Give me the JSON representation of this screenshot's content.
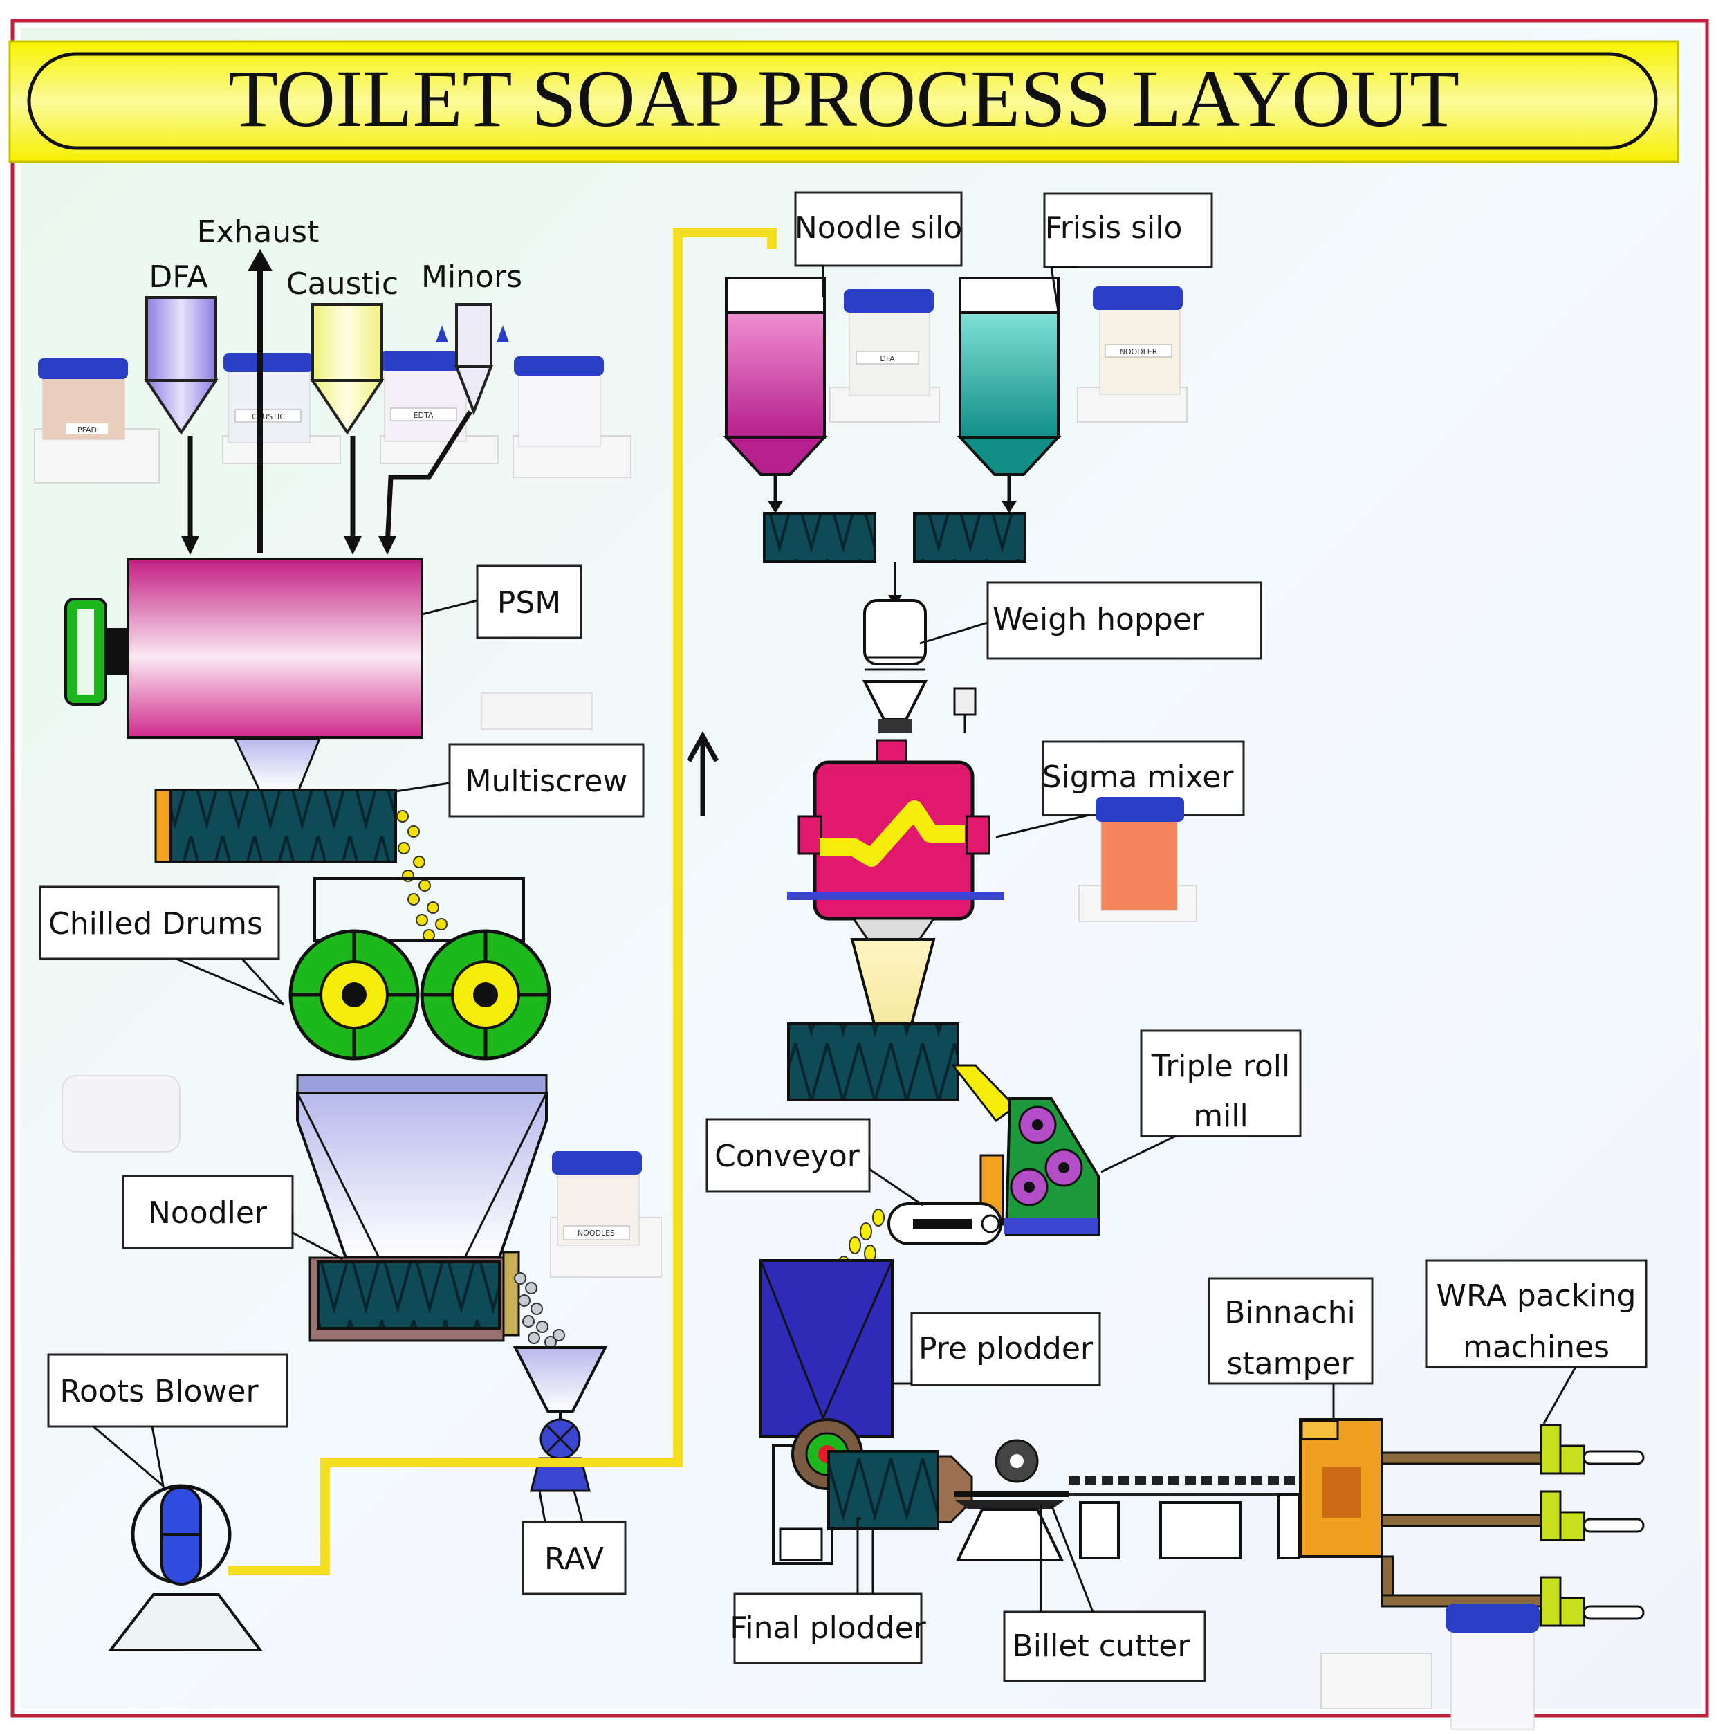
{
  "title": "TOILET SOAP PROCESS LAYOUT",
  "inputs": {
    "dfa": "DFA",
    "exhaust": "Exhaust",
    "caustic": "Caustic",
    "minors": "Minors"
  },
  "labels": {
    "psm": "PSM",
    "multiscrew": "Multiscrew",
    "chilled_drums": "Chilled Drums",
    "noodler": "Noodler",
    "roots_blower": "Roots Blower",
    "rav": "RAV",
    "noodle_silo": "Noodle silo",
    "frisis_silo": "Frisis silo",
    "weigh_hopper": "Weigh hopper",
    "sigma_mixer": "Sigma mixer",
    "triple_roll_mill_1": "Triple roll",
    "triple_roll_mill_2": "mill",
    "conveyor": "Conveyor",
    "pre_plodder": "Pre plodder",
    "final_plodder": "Final plodder",
    "billet_cutter": "Billet cutter",
    "binnachi_stamper_1": "Binnachi",
    "binnachi_stamper_2": "stamper",
    "wra_packing_1": "WRA packing",
    "wra_packing_2": "machines"
  },
  "sample_jars": {
    "pfad": "PFAD",
    "caustic": "CAUSTIC",
    "edta": "EDTA",
    "dfa": "DFA",
    "noodler": "NOODLER",
    "noodles": "NOODLES"
  },
  "colors": {
    "title_banner": "#f7f500",
    "pipe": "#f2de1e",
    "psm": "#d42a8c",
    "drum": "#1cb81c",
    "screw": "#0f4a57",
    "noodle_silo": "#c42b9c",
    "frisis_silo": "#17a9a0",
    "sigma_mixer": "#e0196e",
    "pre_plodder": "#2f2ab8",
    "stamper": "#f0a020",
    "jar_lid": "#2a3ec8"
  }
}
